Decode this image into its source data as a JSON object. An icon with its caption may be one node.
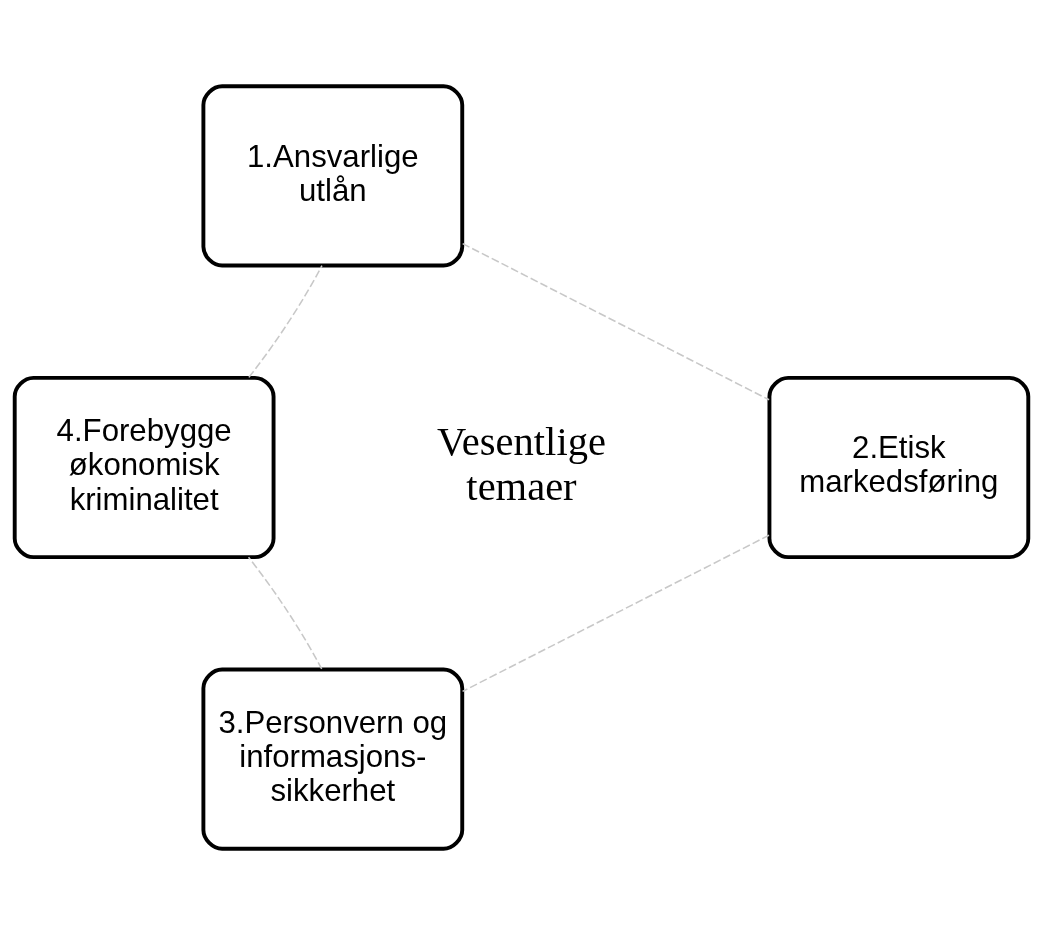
{
  "diagram": {
    "nodes": [
      {
        "text": [
          "1.Ansvarlige utlån"
        ]
      },
      {
        "text": [
          "2.Etisk markedsføring"
        ]
      },
      {
        "text": [
          "3.Personvern og informasjons- sikkerhet"
        ]
      },
      {
        "text": [
          "4.Forebygge økonomisk kriminalitet"
        ]
      }
    ],
    "edges": [
      {
        "from": 0,
        "to": 1,
        "arrow": "none",
        "style": "dashed",
        "color": "#c8c8c8"
      },
      {
        "from": 1,
        "to": 2,
        "arrow": "none",
        "style": "dashed",
        "color": "#c8c8c8"
      },
      {
        "from": 2,
        "to": 3,
        "arrow": "none",
        "style": "dashed",
        "color": "#c8c8c8"
      },
      {
        "from": 3,
        "to": 0,
        "arrow": "none",
        "style": "dashed",
        "color": "#c8c8c8"
      }
    ],
    "labels": [
      "Vesentlige temaer"
    ]
  }
}
